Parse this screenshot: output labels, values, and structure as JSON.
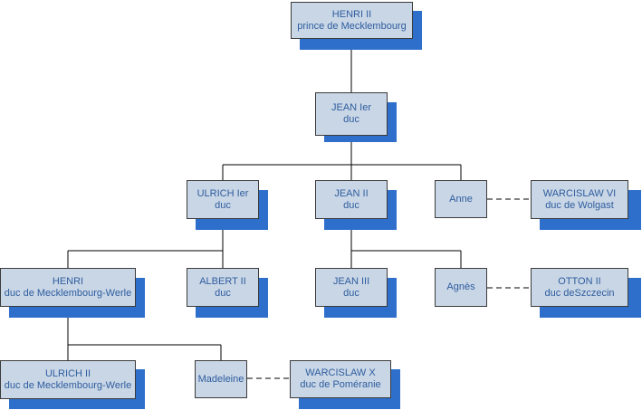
{
  "colors": {
    "node_fill": "#c9d6e6",
    "node_border": "#3b3b3b",
    "node_text": "#2e5d9e",
    "shadow": "#2f6fcc",
    "connector": "#000000"
  },
  "nodes": {
    "henri_ii": {
      "name": "HENRI II",
      "title": "prince de Mecklembourg"
    },
    "jean_ier": {
      "name": "JEAN Ier",
      "title": "duc"
    },
    "ulrich_ier": {
      "name": "ULRICH Ier",
      "title": "duc"
    },
    "jean_ii": {
      "name": "JEAN II",
      "title": "duc"
    },
    "anne": {
      "name": "Anne",
      "title": ""
    },
    "warcislaw_vi": {
      "name": "WARCISLAW VI",
      "title": "duc de Wolgast"
    },
    "henri": {
      "name": "HENRI",
      "title": "duc de Mecklembourg-Werle"
    },
    "albert_ii": {
      "name": "ALBERT II",
      "title": "duc"
    },
    "jean_iii": {
      "name": "JEAN III",
      "title": "duc"
    },
    "agnes": {
      "name": "Agnès",
      "title": ""
    },
    "otton_ii": {
      "name": "OTTON II",
      "title": "duc deSzczecin"
    },
    "ulrich_ii": {
      "name": "ULRICH II",
      "title": "duc de Mecklembourg-Werle"
    },
    "madeleine": {
      "name": "Madeleine",
      "title": ""
    },
    "warcislaw_x": {
      "name": "WARCISLAW X",
      "title": "duc de Poméranie"
    }
  }
}
